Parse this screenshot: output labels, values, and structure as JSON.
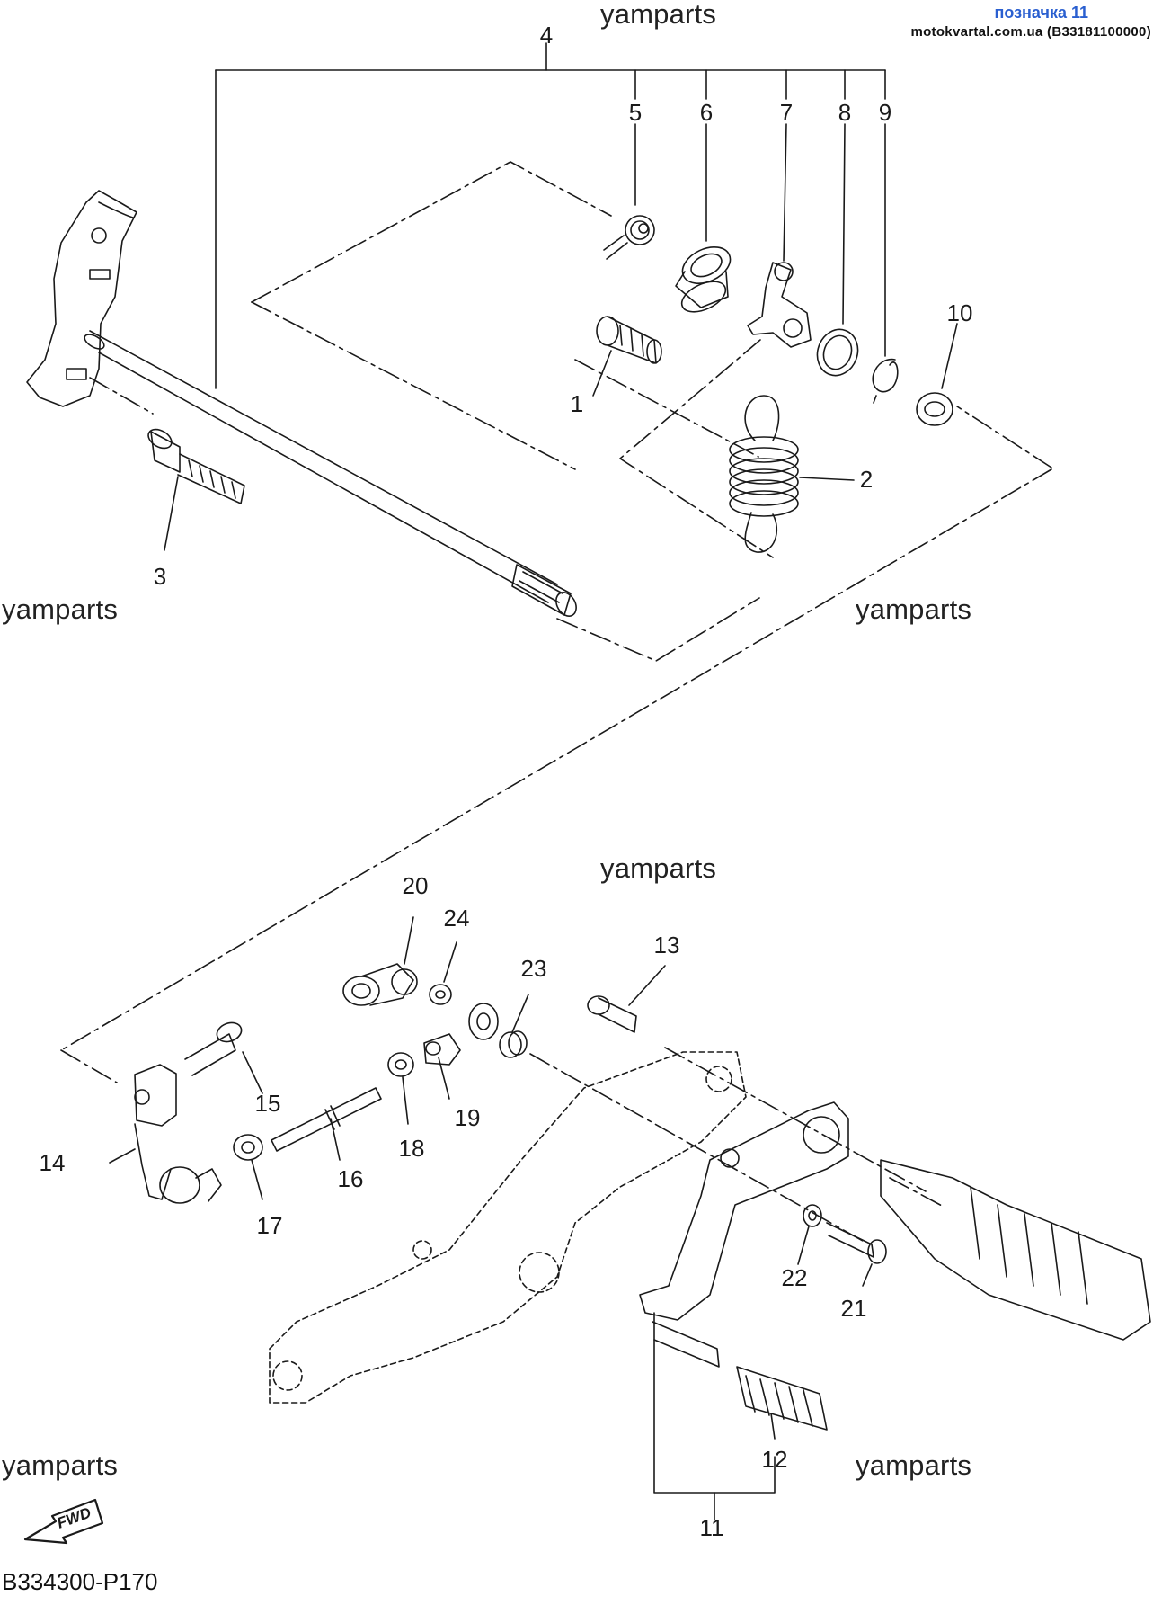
{
  "header": {
    "label_ref": "позначка 11",
    "site_ref": "motokvartal.com.ua (B33181100000)"
  },
  "watermarks": [
    "yamparts",
    "yamparts",
    "yamparts",
    "yamparts",
    "yamparts",
    "yamparts"
  ],
  "callouts": [
    "1",
    "2",
    "3",
    "4",
    "5",
    "6",
    "7",
    "8",
    "9",
    "10",
    "11",
    "12",
    "13",
    "14",
    "15",
    "16",
    "17",
    "18",
    "19",
    "20",
    "21",
    "22",
    "23",
    "24"
  ],
  "fwd_label": "FWD",
  "diagram_code": "B334300-P170",
  "colors": {
    "line": "#1a1a1a",
    "header_blue": "#2a5fd0"
  }
}
